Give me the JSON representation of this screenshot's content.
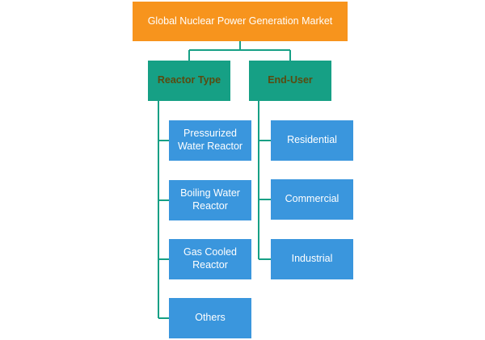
{
  "root": {
    "label": "Global Nuclear Power Generation Market"
  },
  "categories": [
    {
      "label": "Reactor Type",
      "items": [
        "Pressurized Water Reactor",
        "Boiling Water Reactor",
        "Gas Cooled Reactor",
        "Others"
      ]
    },
    {
      "label": "End-User",
      "items": [
        "Residential",
        "Commercial",
        "Industrial"
      ]
    }
  ],
  "colors": {
    "root_fill": "#f7941d",
    "category_fill": "#16a085",
    "leaf_fill": "#3a96dd",
    "connector": "#16a085"
  }
}
